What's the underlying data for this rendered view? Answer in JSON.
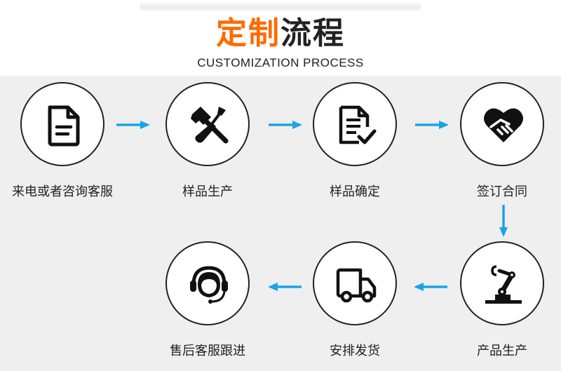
{
  "header": {
    "title_highlight": "定制",
    "title_rest": "流程",
    "subtitle": "CUSTOMIZATION PROCESS"
  },
  "steps": [
    {
      "label": "来电或者咨询客服",
      "icon": "document-icon"
    },
    {
      "label": "样品生产",
      "icon": "hammer-screwdriver-icon"
    },
    {
      "label": "样品确定",
      "icon": "checklist-icon"
    },
    {
      "label": "签订合同",
      "icon": "handshake-icon"
    },
    {
      "label": "产品生产",
      "icon": "robot-arm-icon"
    },
    {
      "label": "安排发货",
      "icon": "delivery-truck-icon"
    },
    {
      "label": "售后客服跟进",
      "icon": "customer-service-headset-icon"
    }
  ],
  "colors": {
    "accent": "#ff6a00",
    "arrow": "#1aa3e8",
    "panel": "#efefef",
    "text": "#222222"
  }
}
